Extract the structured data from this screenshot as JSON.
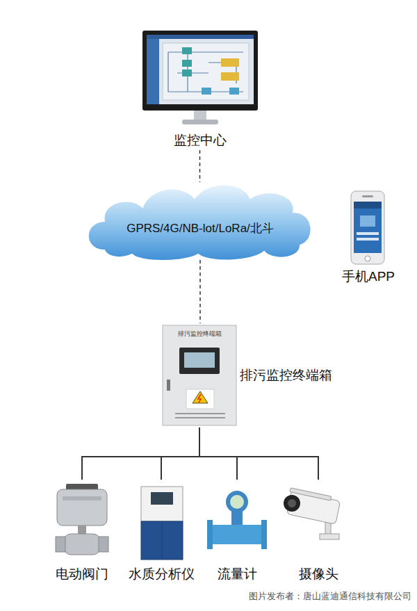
{
  "diagram": {
    "nodes": [
      {
        "text": [
          "监控中心"
        ]
      },
      {
        "text": [
          "GPRS/4G/NB-lot/LoRa/北斗"
        ]
      },
      {
        "text": [
          "手机APP"
        ]
      },
      {
        "text": [
          "排污监控终端箱"
        ]
      },
      {
        "text": [
          "电动阀门"
        ]
      },
      {
        "text": [
          "水质分析仪"
        ]
      },
      {
        "text": [
          "流量计"
        ]
      },
      {
        "text": [
          "摄像头"
        ]
      }
    ],
    "edges": [
      {
        "from": 0,
        "to": 1,
        "arrow": "none"
      },
      {
        "from": 1,
        "to": 3,
        "arrow": "none"
      },
      {
        "from": 3,
        "to": 4,
        "arrow": "none"
      },
      {
        "from": 3,
        "to": 5,
        "arrow": "none"
      },
      {
        "from": 3,
        "to": 6,
        "arrow": "none"
      },
      {
        "from": 3,
        "to": 7,
        "arrow": "none"
      }
    ],
    "labels": [
      "排污监控终端箱",
      "图片发布者：唐山蓝迪通信科技有限公司"
    ]
  }
}
